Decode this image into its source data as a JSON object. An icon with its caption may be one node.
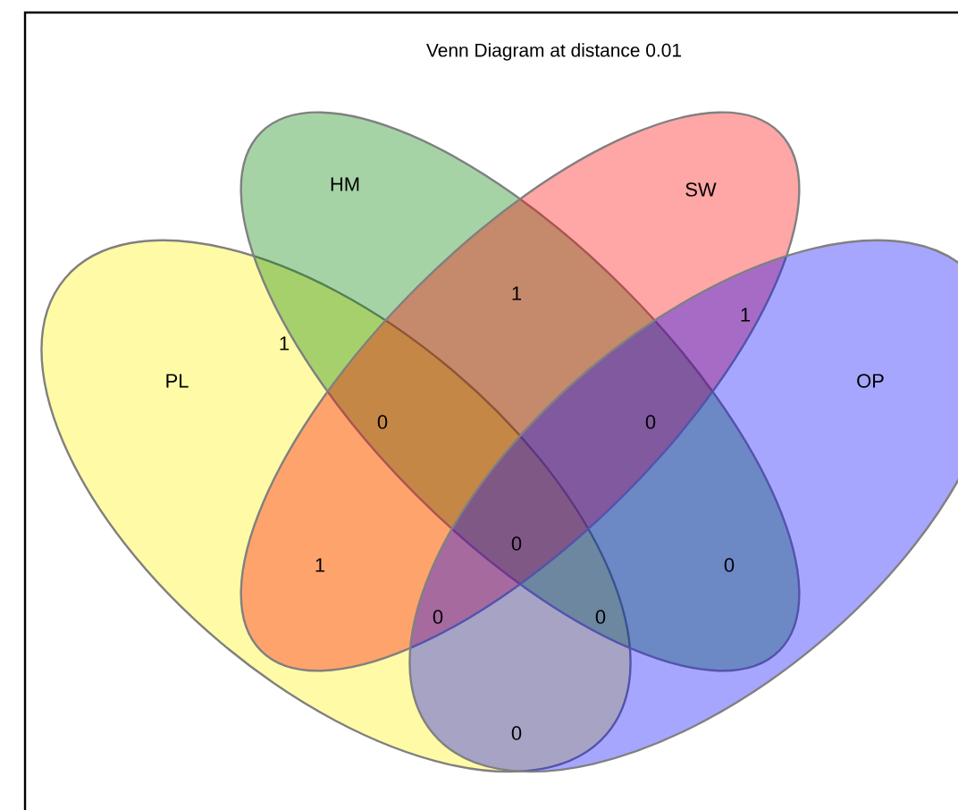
{
  "diagram": {
    "title": "Venn Diagram at distance 0.01",
    "nodes": [
      {
        "text": [
          "PL"
        ]
      },
      {
        "text": [
          "HM"
        ]
      },
      {
        "text": [
          "SW"
        ]
      },
      {
        "text": [
          "OP"
        ]
      }
    ],
    "labels": [
      "1",
      "1",
      "1",
      "0",
      "0",
      "0",
      "1",
      "0",
      "0",
      "0",
      "0"
    ]
  }
}
